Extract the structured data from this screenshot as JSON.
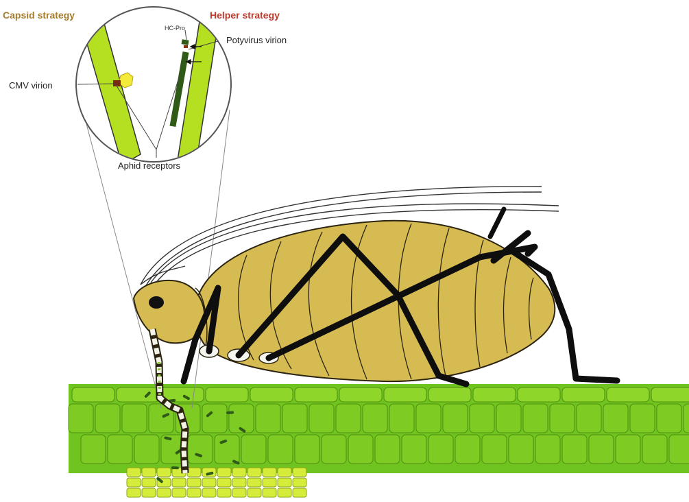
{
  "labels": {
    "capsid_strategy": "Capsid strategy",
    "helper_strategy": "Helper strategy",
    "hc_pro": "HC-Pro",
    "potyvirus_virion": "Potyvirus virion",
    "cmv_virion": "CMV virion",
    "aphid_receptors": "Aphid receptors"
  },
  "colors": {
    "capsid_heading": "#a57c2c",
    "helper_heading": "#c0392b",
    "stylet_green": "#b5e021",
    "aphid_body": "#d6bd55",
    "aphid_outline": "#2c2410",
    "leg": "#0e0e0e",
    "leaf_cells": "#7ed321",
    "leaf_cells_dark": "#66b018",
    "cmv_virion": "#f3ea3a",
    "potyvirus": "#2f5a18"
  }
}
